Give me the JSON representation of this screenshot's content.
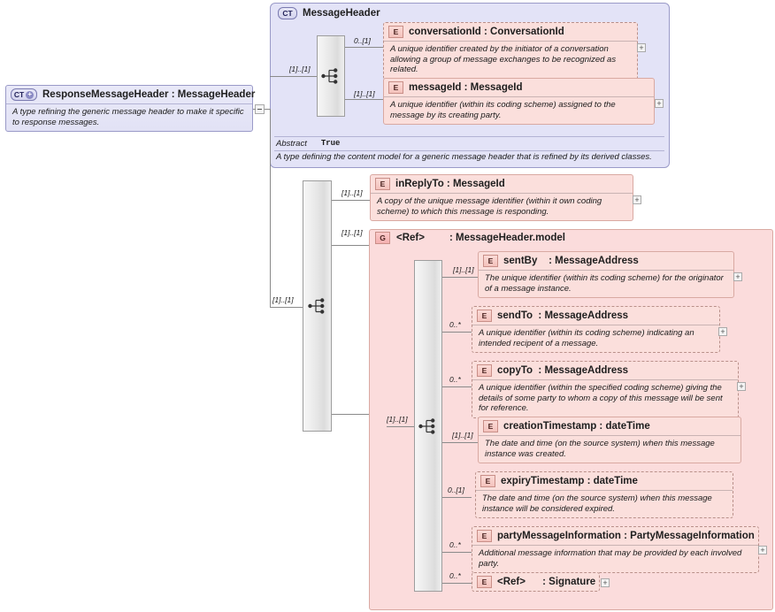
{
  "diagram": {
    "kind": "xml-schema-diagram",
    "root": {
      "icon": "complextype-icon",
      "icon_label": "CT",
      "title": "ResponseMessageHeader : MessageHeader",
      "description": "A type refining the generic message header to make it specific to response messages."
    },
    "base_type": {
      "icon": "complextype-icon",
      "icon_label": "CT",
      "title": "MessageHeader",
      "property_key": "Abstract",
      "property_value": "True",
      "description": "A type defining the content model for a generic message header that is refined by its derived classes."
    },
    "base_children": [
      {
        "icon": "element-icon",
        "icon_label": "E",
        "title": "conversationId : ConversationId",
        "description": "A unique identifier created by the initiator of a conversation allowing a group of message exchanges to be recognized as related.",
        "cardinality": "0..[1]",
        "optional": true,
        "expander": "+"
      },
      {
        "icon": "element-icon",
        "icon_label": "E",
        "title": "messageId : MessageId",
        "description": "A unique identifier (within its coding scheme) assigned to the message by its creating party.",
        "cardinality": "[1]..[1]",
        "optional": false,
        "expander": "+"
      }
    ],
    "root_children": [
      {
        "icon": "element-icon",
        "icon_label": "E",
        "title": "inReplyTo : MessageId",
        "description": "A copy of the unique message identifier (within it own coding scheme) to which this message is responding.",
        "cardinality": "[1]..[1]",
        "optional": false,
        "expander": "+"
      }
    ],
    "model_group": {
      "icon": "group-icon",
      "icon_label": "G",
      "ref_label": "<Ref>",
      "title": ": MessageHeader.model",
      "cardinality": "[1]..[1]"
    },
    "model_children": [
      {
        "icon": "element-icon",
        "icon_label": "E",
        "name": "sentBy",
        "title": "sentBy    : MessageAddress",
        "description": "The unique identifier (within its coding scheme) for the originator of a message instance.",
        "cardinality": "[1]..[1]",
        "optional": false,
        "expander": "+"
      },
      {
        "icon": "element-icon",
        "icon_label": "E",
        "name": "sendTo",
        "title": "sendTo  : MessageAddress",
        "description": "A unique identifier (within its coding scheme) indicating an intended recipent of a message.",
        "cardinality": "0..*",
        "optional": true,
        "expander": "+"
      },
      {
        "icon": "element-icon",
        "icon_label": "E",
        "name": "copyTo",
        "title": "copyTo  : MessageAddress",
        "description": "A unique identifier (within the specified coding scheme) giving the details of some party to whom a copy of this message will be sent for reference.",
        "cardinality": "0..*",
        "optional": true,
        "expander": "+"
      },
      {
        "icon": "element-icon",
        "icon_label": "E",
        "name": "creationTimestamp",
        "title": "creationTimestamp : dateTime",
        "description": "The date and time (on the source system) when this message instance was created.",
        "cardinality": "[1]..[1]",
        "optional": false,
        "expander": null
      },
      {
        "icon": "element-icon",
        "icon_label": "E",
        "name": "expiryTimestamp",
        "title": "expiryTimestamp : dateTime",
        "description": "The date and time (on the source system) when this message instance will be considered expired.",
        "cardinality": "0..[1]",
        "optional": true,
        "expander": null
      },
      {
        "icon": "element-icon",
        "icon_label": "E",
        "name": "partyMessageInformation",
        "title": "partyMessageInformation : PartyMessageInformation",
        "description": "Additional message information that may be provided by each involved party.",
        "cardinality": "0..*",
        "optional": true,
        "expander": "+"
      },
      {
        "icon": "element-icon",
        "icon_label": "E",
        "name": "signature-ref",
        "title": "<Ref>      : Signature",
        "description": "",
        "cardinality": "0..*",
        "optional": true,
        "expander": "+"
      }
    ],
    "compositors": [
      {
        "name": "sequence-compositor-base",
        "type": "sequence"
      },
      {
        "name": "sequence-compositor-root",
        "type": "sequence"
      },
      {
        "name": "sequence-compositor-model",
        "type": "sequence"
      }
    ],
    "colors": {
      "complextype_fill": "#e3e3f7",
      "complextype_border": "#9a9ac8",
      "element_fill": "#fbdfdc",
      "element_border": "#d9a9a2",
      "group_fill": "#fbdcdc",
      "line": "#8a8a8a"
    }
  }
}
